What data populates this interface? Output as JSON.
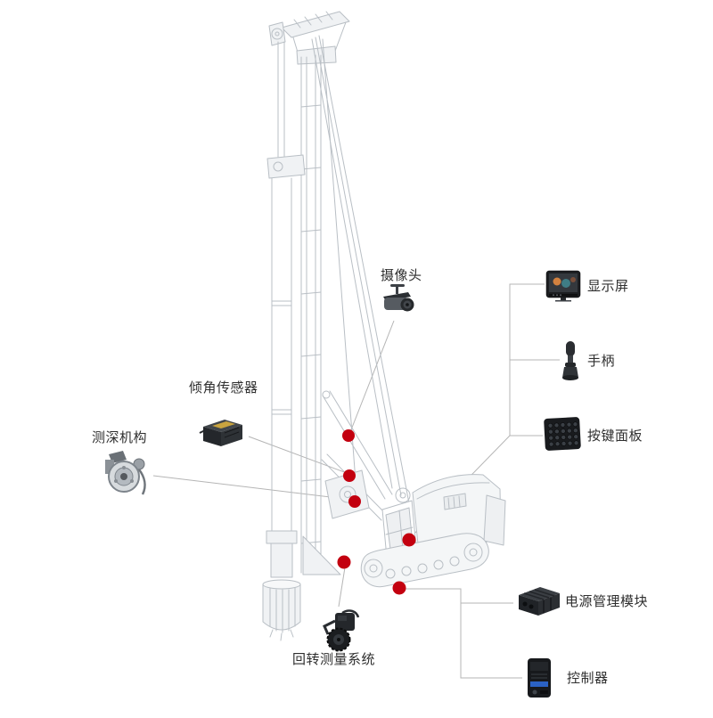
{
  "diagram": {
    "accent_color": "#c3000f",
    "artwork_color": "#b9bfc5",
    "connector_color": "#b5b5b5",
    "components": {
      "camera": {
        "label": "摄像头",
        "icon": "cctv-camera-icon"
      },
      "display": {
        "label": "显示屏",
        "icon": "monitor-icon"
      },
      "joystick": {
        "label": "手柄",
        "icon": "joystick-icon"
      },
      "keypad": {
        "label": "按键面板",
        "icon": "keypad-icon"
      },
      "tilt_sensor": {
        "label": "倾角传感器",
        "icon": "sensor-box-icon"
      },
      "depth_mechanism": {
        "label": "测深机构",
        "icon": "cable-pulley-icon"
      },
      "power_module": {
        "label": "电源管理模块",
        "icon": "power-module-icon"
      },
      "controller": {
        "label": "控制器",
        "icon": "controller-icon"
      },
      "rotary_system": {
        "label": "回转测量系统",
        "icon": "measuring-wheel-icon"
      }
    }
  }
}
